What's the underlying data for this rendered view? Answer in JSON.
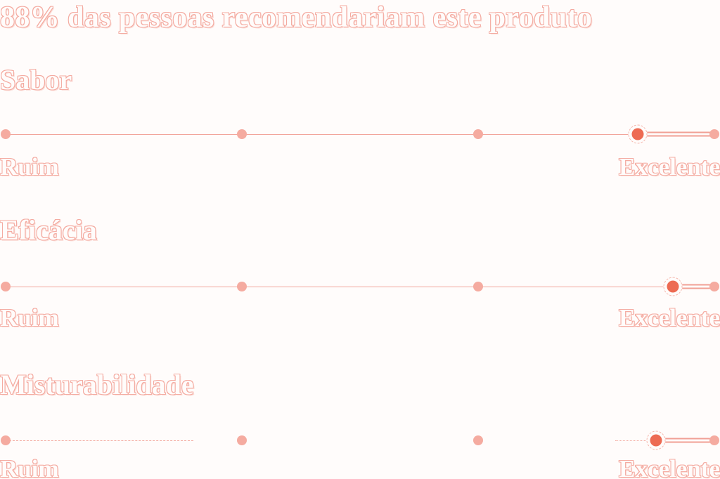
{
  "header": {
    "title": "88% das pessoas recomendariam este produto"
  },
  "colors": {
    "background": "#fffcfb",
    "accent_handle": "#ed6b53",
    "salmon_outline": "#f4aba1",
    "track_line": "#f2a59b"
  },
  "scale": {
    "marker_positions_percent": [
      0,
      33.3,
      66.7,
      100
    ]
  },
  "ratings": [
    {
      "name": "Sabor",
      "min_label": "Ruim",
      "max_label": "Excelente",
      "percent": 89.2
    },
    {
      "name": "Eficácia",
      "min_label": "Ruim",
      "max_label": "Excelente",
      "percent": 94.1
    },
    {
      "name": "Misturabilidade",
      "min_label": "Ruim",
      "max_label": "Excelente",
      "percent": 91.8
    }
  ]
}
